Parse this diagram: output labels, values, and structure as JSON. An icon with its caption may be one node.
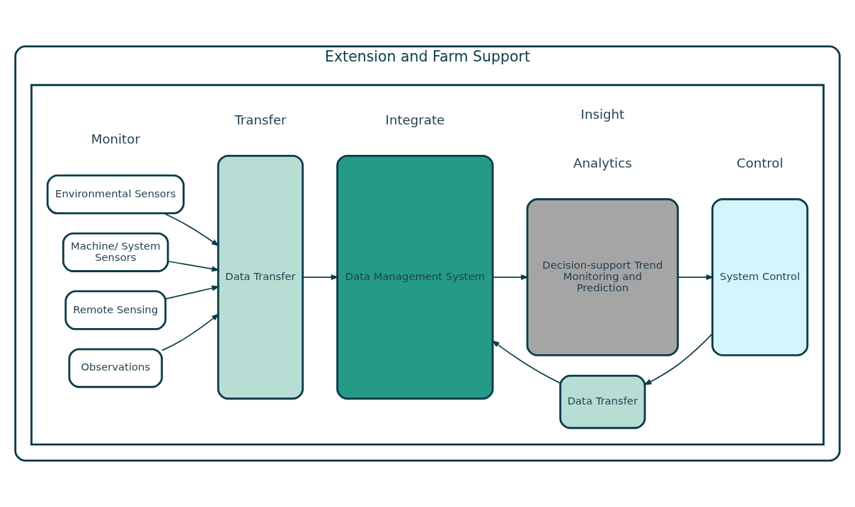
{
  "diagram": {
    "nodes": [
      {
        "text": [
          "Extension and Farm Support"
        ]
      },
      {
        "text": [],
        "shape": "box",
        "in": 0
      },
      {
        "text": [
          "Environmental Sensors"
        ],
        "in": 1
      },
      {
        "text": [
          "Machine/ System Sensors"
        ],
        "in": 1
      },
      {
        "text": [
          "Remote Sensing"
        ],
        "in": 1
      },
      {
        "text": [
          "Observations"
        ],
        "in": 1
      },
      {
        "text": [
          "Data Transfer"
        ],
        "in": 1
      },
      {
        "text": [
          "Data Management System"
        ],
        "in": 1
      },
      {
        "text": [
          "Decision-support Trend Monitoring and Prediction"
        ],
        "in": 1
      },
      {
        "text": [
          "System Control"
        ],
        "in": 1
      },
      {
        "text": [
          "Data Transfer"
        ],
        "in": 1
      }
    ],
    "edges": [
      {
        "from": 2,
        "to": 6,
        "arrow": "to"
      },
      {
        "from": 3,
        "to": 6,
        "arrow": "to"
      },
      {
        "from": 4,
        "to": 6,
        "arrow": "to"
      },
      {
        "from": 5,
        "to": 6,
        "arrow": "to"
      },
      {
        "from": 6,
        "to": 7,
        "arrow": "to"
      },
      {
        "from": 7,
        "to": 8,
        "arrow": "to"
      },
      {
        "from": 8,
        "to": 9,
        "arrow": "to"
      },
      {
        "from": 9,
        "to": 10,
        "arrow": "to"
      },
      {
        "from": 10,
        "to": 7,
        "arrow": "to"
      }
    ],
    "labels": [
      "Monitor",
      "Transfer",
      "Integrate",
      "Analytics",
      "Insight",
      "Control"
    ]
  }
}
